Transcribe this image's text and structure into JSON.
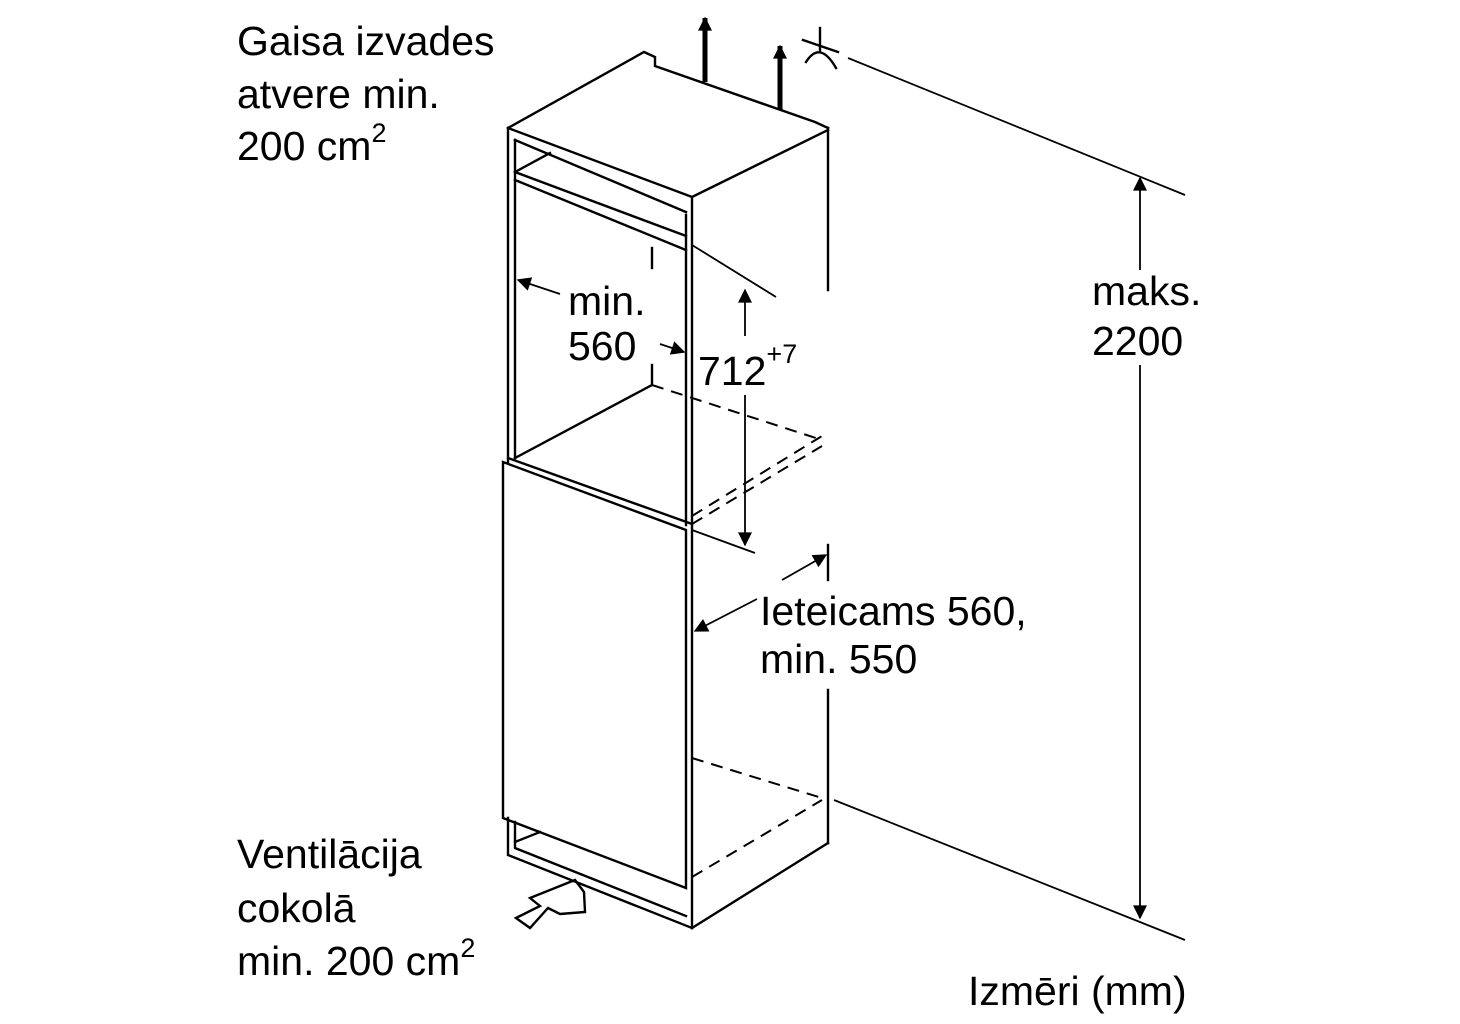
{
  "labels": {
    "air_outlet": [
      "Gaisa izvades",
      "atvere min.",
      "200 cm"
    ],
    "air_outlet_sup": "2",
    "max_height": [
      "maks.",
      "2200"
    ],
    "niche_width": [
      "min.",
      "560"
    ],
    "niche_height": "712",
    "niche_height_tolerance": "+7",
    "depth": [
      "Ieteicams 560,",
      "min. 550"
    ],
    "plinth_vent": [
      "Ventilācija",
      "cokolā",
      "min. 200 cm"
    ],
    "plinth_vent_sup": "2",
    "units": "Izmēri (mm)"
  }
}
